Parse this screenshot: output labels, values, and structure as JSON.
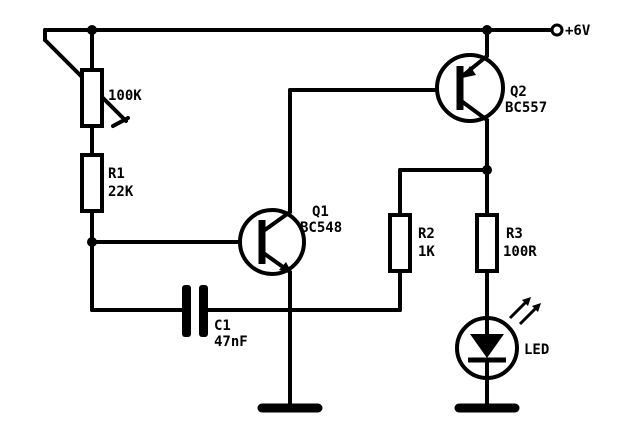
{
  "supply": {
    "label": "+6V"
  },
  "components": {
    "pot": {
      "value": "100K"
    },
    "r1": {
      "ref": "R1",
      "value": "22K"
    },
    "r2": {
      "ref": "R2",
      "value": "1K"
    },
    "r3": {
      "ref": "R3",
      "value": "100R"
    },
    "c1": {
      "ref": "C1",
      "value": "47nF"
    },
    "q1": {
      "ref": "Q1",
      "part": "BC548"
    },
    "q2": {
      "ref": "Q2",
      "part": "BC557"
    },
    "led": {
      "label": "LED"
    }
  }
}
